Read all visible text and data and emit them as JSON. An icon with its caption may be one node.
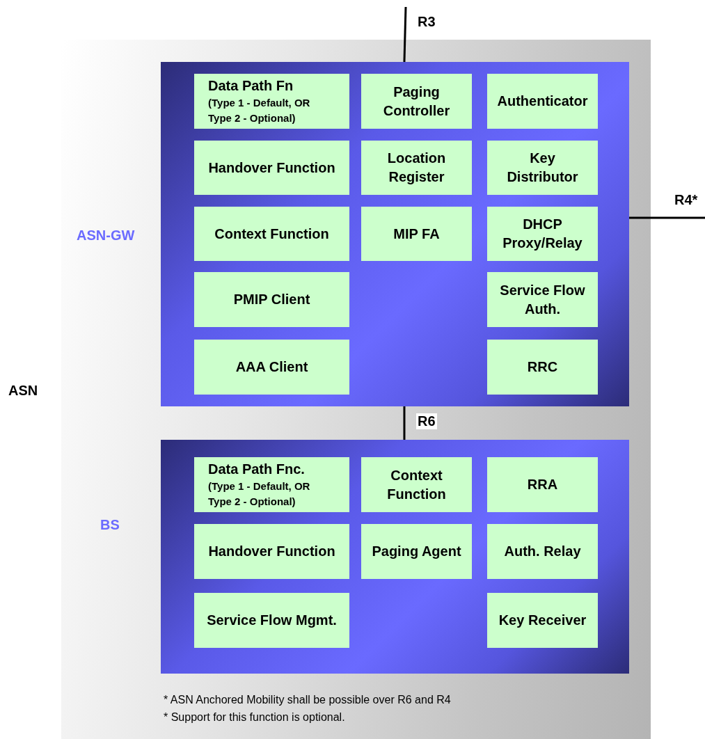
{
  "diagram": {
    "nodes": [
      {
        "text": [
          "ASN"
        ]
      },
      {
        "text": [
          "ASN-GW"
        ],
        "in": 0
      },
      {
        "text": [
          "Data Path Fn",
          "(Type 1 - Default, OR Type 2 - Optional)"
        ],
        "in": 1
      },
      {
        "text": [
          "Paging Controller"
        ],
        "in": 1
      },
      {
        "text": [
          "Authenticator"
        ],
        "in": 1
      },
      {
        "text": [
          "Handover Function"
        ],
        "in": 1
      },
      {
        "text": [
          "Location Register"
        ],
        "in": 1
      },
      {
        "text": [
          "Key Distributor"
        ],
        "in": 1
      },
      {
        "text": [
          "Context Function"
        ],
        "in": 1
      },
      {
        "text": [
          "MIP FA"
        ],
        "in": 1
      },
      {
        "text": [
          "DHCP Proxy/Relay"
        ],
        "in": 1
      },
      {
        "text": [
          "PMIP Client"
        ],
        "in": 1
      },
      {
        "text": [
          "Service Flow Auth."
        ],
        "in": 1
      },
      {
        "text": [
          "AAA Client"
        ],
        "in": 1
      },
      {
        "text": [
          "RRC"
        ],
        "in": 1
      },
      {
        "text": [
          "BS"
        ],
        "in": 0
      },
      {
        "text": [
          "Data Path Fnc.",
          "(Type 1 - Default, OR Type 2 - Optional)"
        ],
        "in": 15
      },
      {
        "text": [
          "Context Function"
        ],
        "in": 15
      },
      {
        "text": [
          "RRA"
        ],
        "in": 15
      },
      {
        "text": [
          "Handover Function"
        ],
        "in": 15
      },
      {
        "text": [
          "Paging Agent"
        ],
        "in": 15
      },
      {
        "text": [
          "Auth. Relay"
        ],
        "in": 15
      },
      {
        "text": [
          "Service Flow Mgmt."
        ],
        "in": 15
      },
      {
        "text": [
          "Key Receiver"
        ],
        "in": 15
      }
    ],
    "edges": [
      {
        "from": null,
        "to": 1,
        "arrow": "none",
        "label": "R3"
      },
      {
        "from": 1,
        "to": null,
        "arrow": "none",
        "label": "R4*"
      },
      {
        "from": 1,
        "to": 15,
        "arrow": "none",
        "label": "R6"
      }
    ],
    "labels": [
      "* ASN Anchored Mobility shall be possible over R6 and R4",
      "* Support for this function is optional."
    ]
  }
}
